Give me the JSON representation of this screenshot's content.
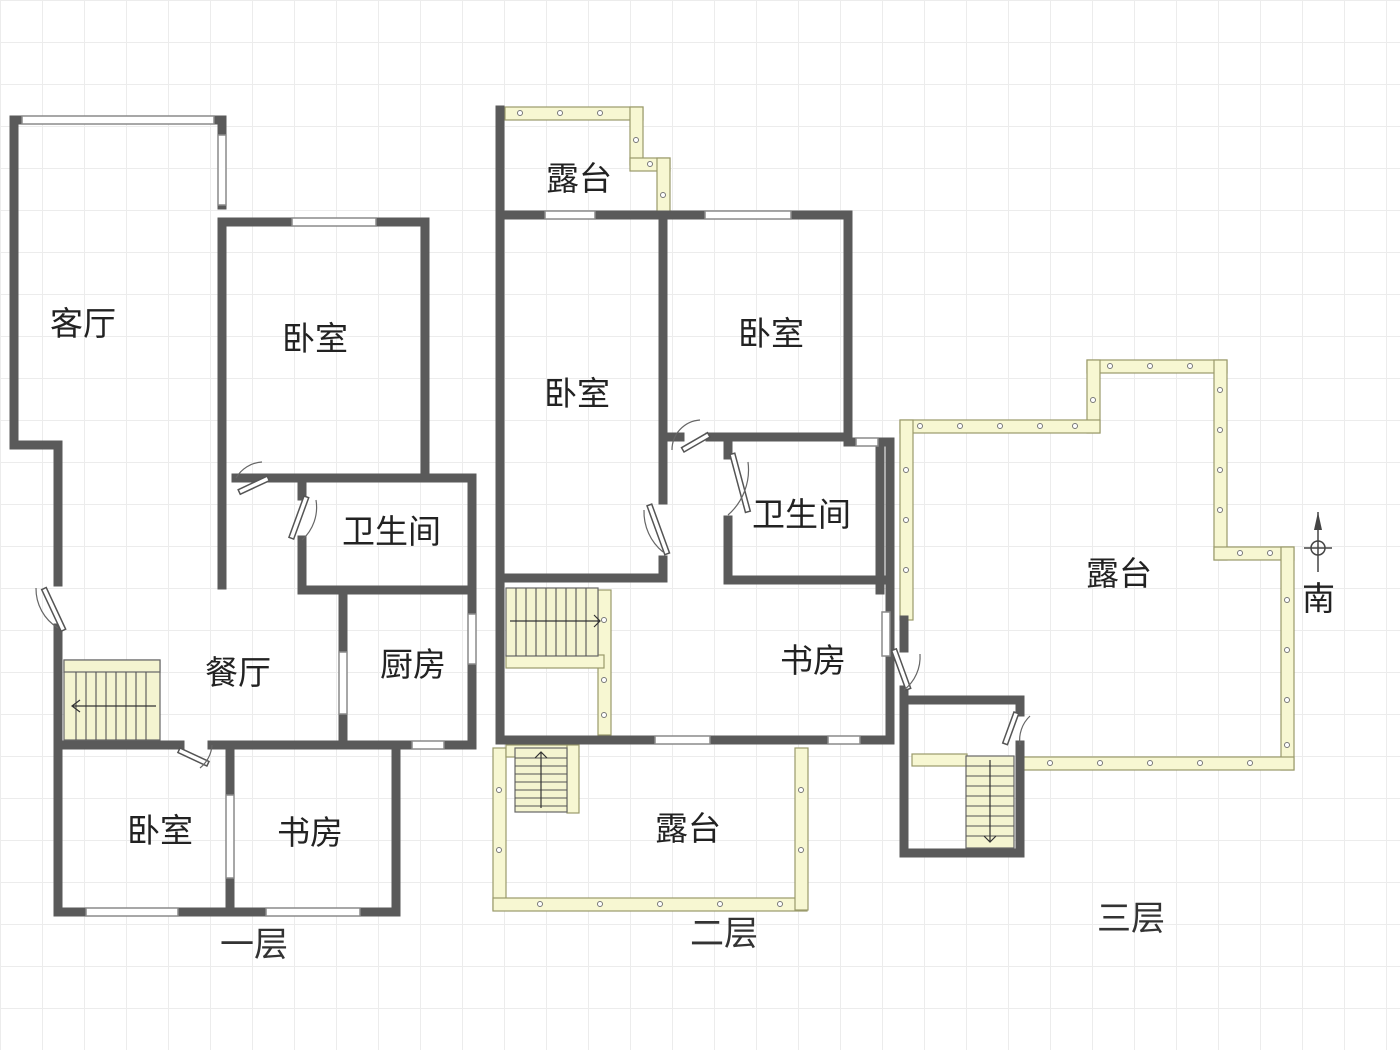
{
  "floors": [
    {
      "label": "一层",
      "rooms": [
        "客厅",
        "卧室",
        "卫生间",
        "餐厅",
        "厨房",
        "卧室",
        "书房"
      ]
    },
    {
      "label": "二层",
      "rooms": [
        "露台",
        "卧室",
        "卧室",
        "卫生间",
        "书房",
        "露台"
      ]
    },
    {
      "label": "三层",
      "rooms": [
        "露台"
      ]
    }
  ],
  "compass": {
    "direction": "南"
  },
  "colors": {
    "wall": "#5a5a5a",
    "terrace": "#f7f7d2",
    "grid": "#ececec"
  }
}
